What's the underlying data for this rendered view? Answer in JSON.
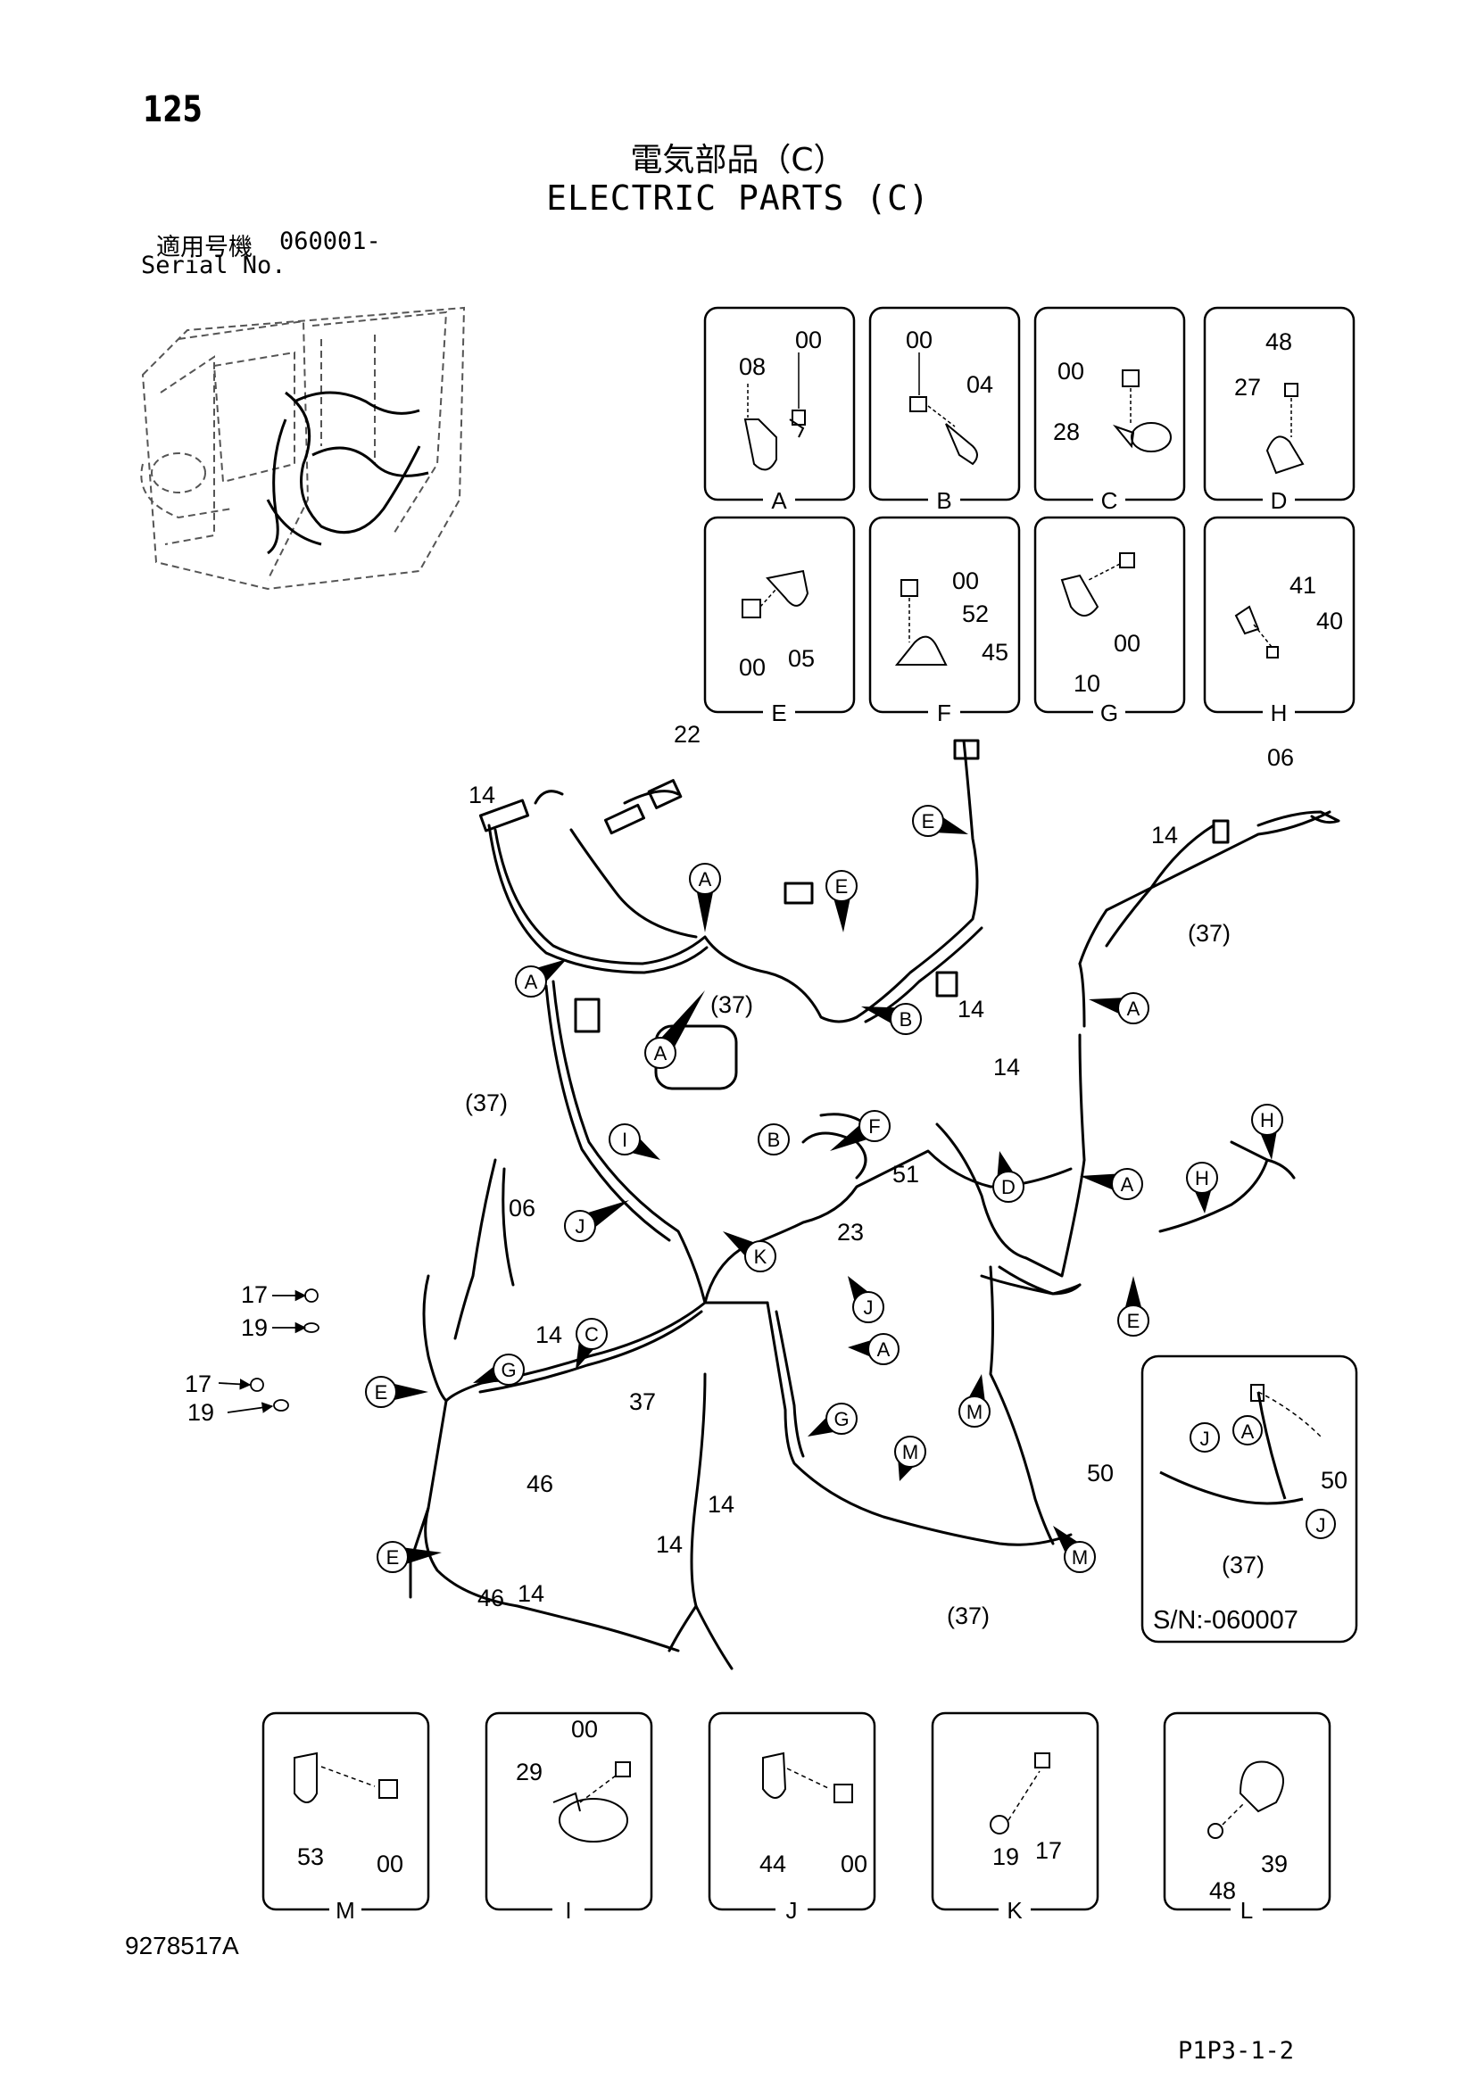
{
  "header": {
    "page_number": "125",
    "title_jp": "電気部品（C）",
    "title_en": "ELECTRIC PARTS (C)",
    "serial_label_jp": "適用号機",
    "serial_value": "060001-",
    "serial_label_en": "Serial No."
  },
  "detail_boxes_top": [
    {
      "letter": "A",
      "labels": [
        "08",
        "00"
      ]
    },
    {
      "letter": "B",
      "labels": [
        "00",
        "04"
      ]
    },
    {
      "letter": "C",
      "labels": [
        "00",
        "28"
      ]
    },
    {
      "letter": "D",
      "labels": [
        "48",
        "27"
      ]
    },
    {
      "letter": "E",
      "labels": [
        "00",
        "05"
      ]
    },
    {
      "letter": "F",
      "labels": [
        "00",
        "52",
        "45"
      ]
    },
    {
      "letter": "G",
      "labels": [
        "00",
        "10"
      ]
    },
    {
      "letter": "H",
      "labels": [
        "41",
        "40"
      ]
    }
  ],
  "detail_boxes_bottom": [
    {
      "letter": "M",
      "labels": [
        "53",
        "00"
      ]
    },
    {
      "letter": "I",
      "labels": [
        "00",
        "29"
      ]
    },
    {
      "letter": "J",
      "labels": [
        "44",
        "00"
      ]
    },
    {
      "letter": "K",
      "labels": [
        "19",
        "17"
      ]
    },
    {
      "letter": "L",
      "labels": [
        "48",
        "39"
      ]
    }
  ],
  "inset": {
    "serial_note": "S/N:-060007",
    "labels": [
      "A",
      "J",
      "50",
      "J",
      "(37)"
    ]
  },
  "main_labels": [
    "22",
    "14",
    "06",
    "14",
    "(37)",
    "(37)",
    "(37)",
    "14",
    "14",
    "51",
    "23",
    "06",
    "17",
    "19",
    "17",
    "19",
    "14",
    "37",
    "46",
    "46",
    "14",
    "14",
    "14",
    "50",
    "(37)"
  ],
  "callouts": [
    "E",
    "A",
    "E",
    "A",
    "A",
    "B",
    "A",
    "B",
    "F",
    "I",
    "J",
    "K",
    "D",
    "A",
    "H",
    "H",
    "J",
    "A",
    "E",
    "C",
    "G",
    "E",
    "M",
    "G",
    "M",
    "M",
    "E"
  ],
  "footer": {
    "doc_number": "9278517A",
    "page_ref": "P1P3-1-2"
  }
}
